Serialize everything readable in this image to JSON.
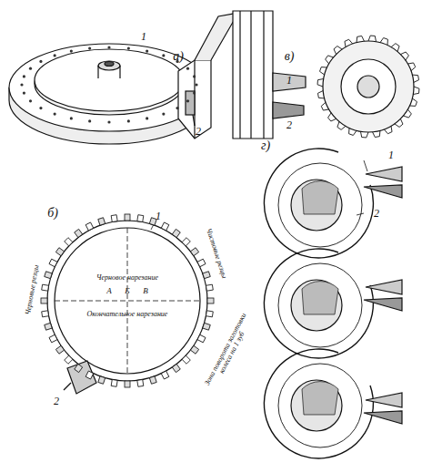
{
  "diagram": {
    "labels": [
      "а)",
      "1",
      "2",
      "в)",
      "1",
      "2",
      "б)",
      "1",
      "2",
      "Черновые резцы",
      "Чистовые резцы",
      "Черновое нарезание",
      "А",
      "Б",
      "В",
      "Окончательное нарезание",
      "Зона поворота заготовки колеса на 1 зуб",
      "г)",
      "1",
      "2"
    ]
  }
}
